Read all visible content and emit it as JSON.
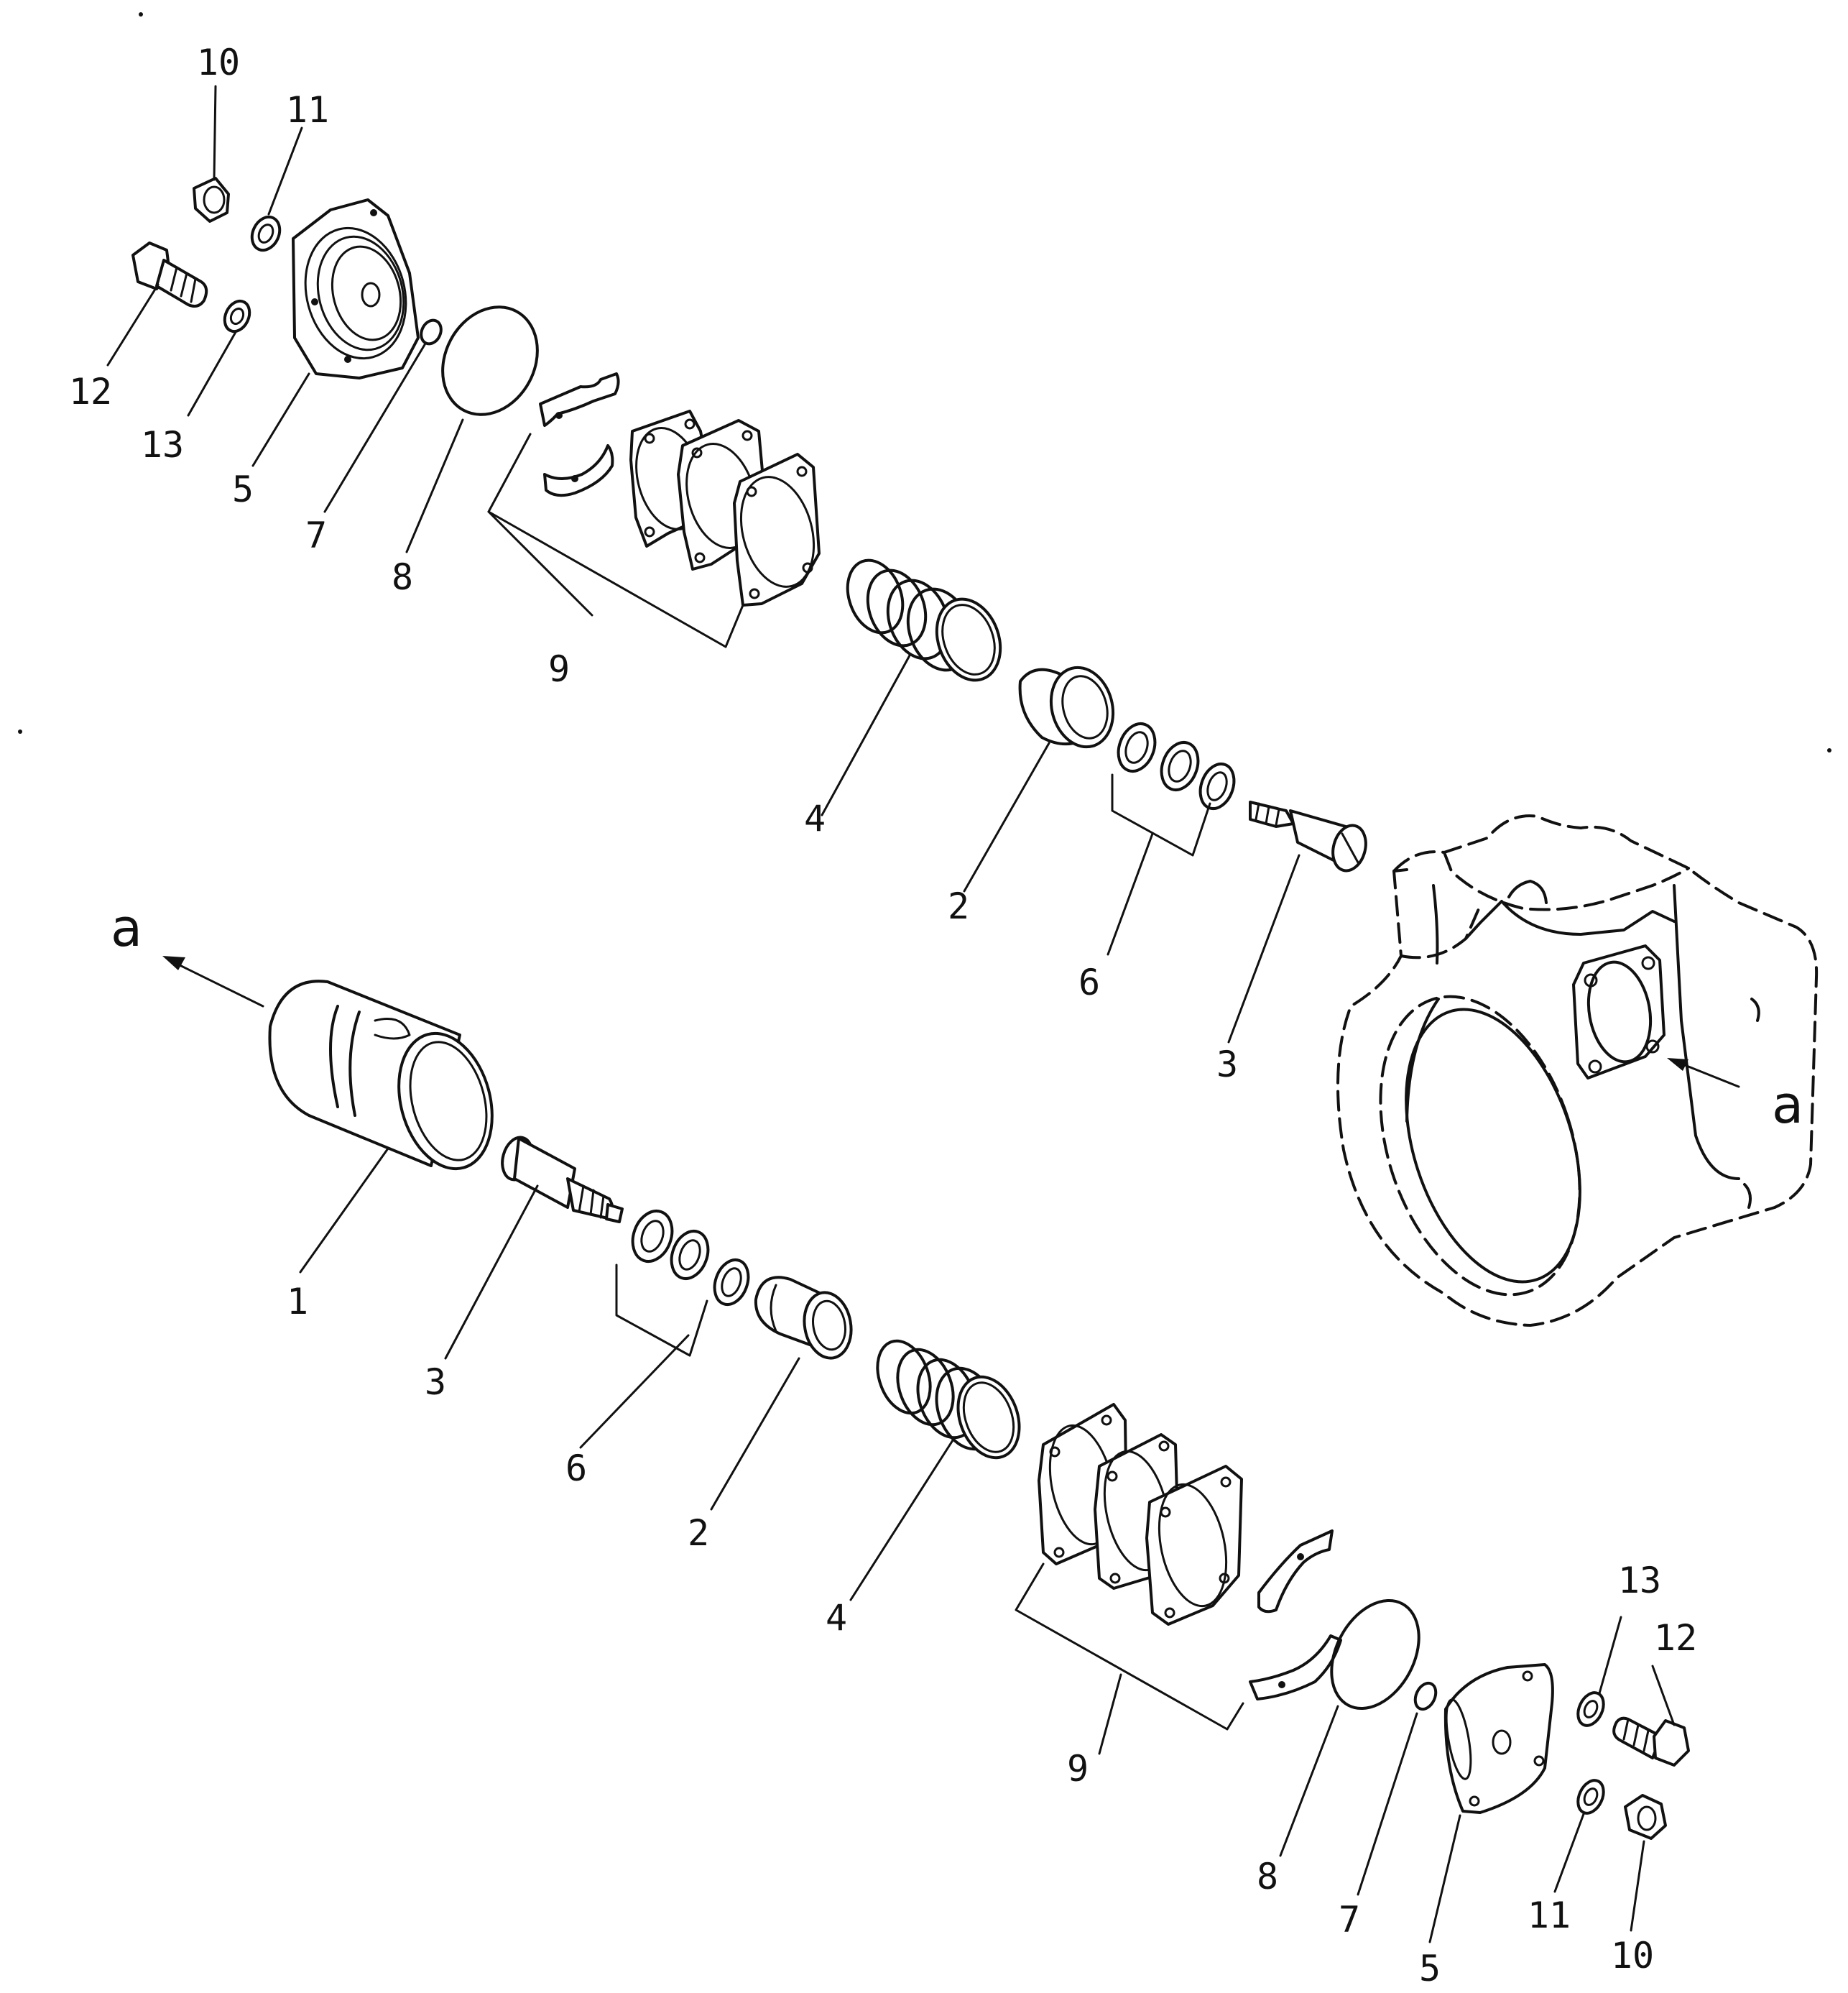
{
  "callouts": {
    "top": {
      "n10": "10",
      "n11": "11",
      "n12": "12",
      "n13": "13",
      "n5": "5",
      "n7": "7",
      "n8": "8",
      "n9": "9",
      "n4": "4",
      "n2": "2",
      "n6": "6",
      "n3": "3"
    },
    "bottom": {
      "n1": "1",
      "n3": "3",
      "n6": "6",
      "n2": "2",
      "n4": "4",
      "n9": "9",
      "n13": "13",
      "n12": "12",
      "n8": "8",
      "n7": "7",
      "n5": "5",
      "n11": "11",
      "n10": "10"
    }
  },
  "view_markers": {
    "left": "a",
    "right": "a"
  }
}
